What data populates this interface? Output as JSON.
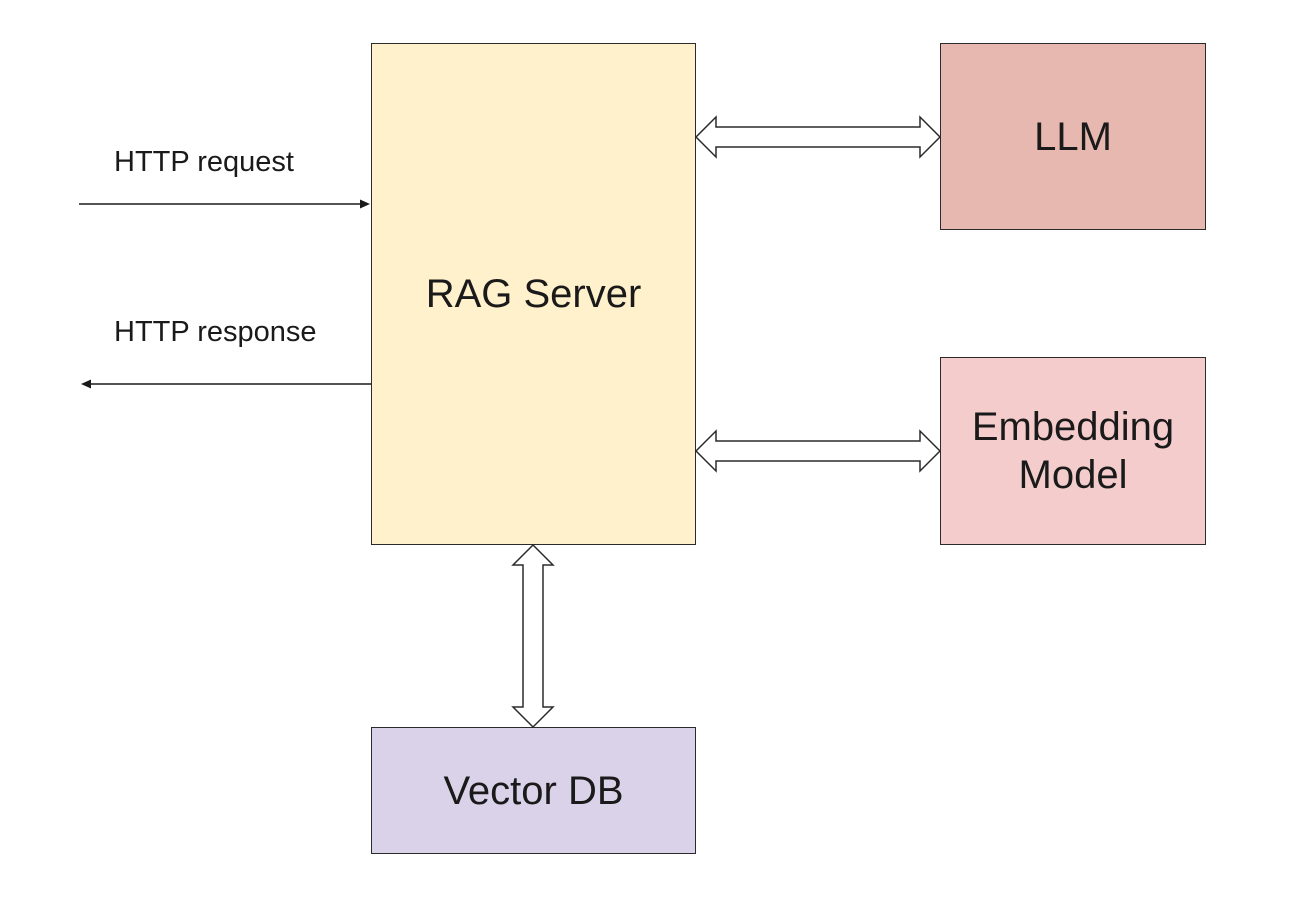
{
  "nodes": {
    "rag_server": "RAG Server",
    "llm": "LLM",
    "embedding_model": "Embedding\nModel",
    "vector_db": "Vector DB"
  },
  "edges": {
    "http_request": "HTTP request",
    "http_response": "HTTP response"
  },
  "colors": {
    "rag_server_fill": "#fff1cc",
    "llm_fill": "#e6b8af",
    "embedding_model_fill": "#f4cccc",
    "vector_db_fill": "#d9d2e9",
    "stroke": "#2b2b2b"
  }
}
